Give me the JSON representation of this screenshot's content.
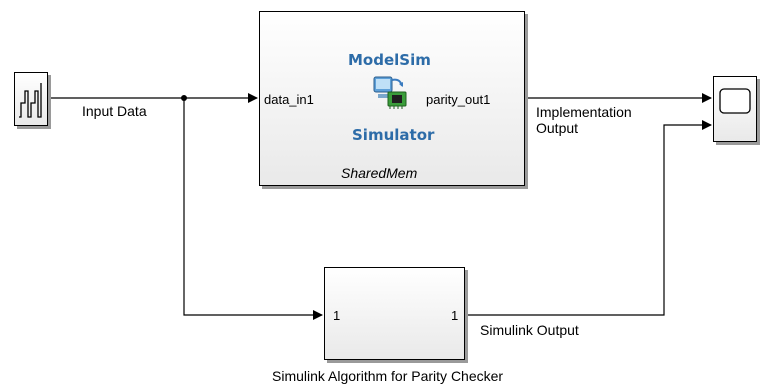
{
  "diagram": {
    "source_block": {
      "icon": "staircase-signal-icon"
    },
    "input_signal_label": "Input Data",
    "cosim_block": {
      "title_top": "ModelSim",
      "title_bottom": "Simulator",
      "icon": "modelsim-cosim-icon",
      "input_port": "data_in1",
      "output_port": "parity_out1",
      "name": "SharedMem"
    },
    "impl_output_label_line1": "Implementation",
    "impl_output_label_line2": "Output",
    "scope_block": {
      "icon": "scope-screen-icon"
    },
    "subsystem_block": {
      "in_port": "1",
      "out_port": "1",
      "name": "Simulink Algorithm for Parity Checker"
    },
    "simulink_output_label": "Simulink Output"
  }
}
